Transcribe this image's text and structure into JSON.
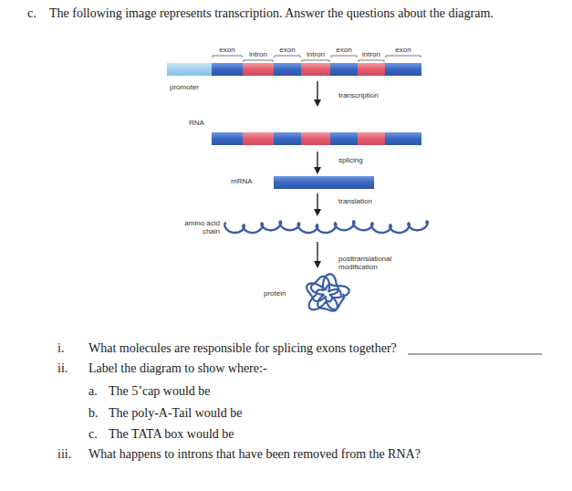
{
  "diagram": {
    "title": "The following image represents transcription. Answer the questions about the diagram.",
    "labels": [
      "c.",
      "exon",
      "intron",
      "exon",
      "intron",
      "exon",
      "intron",
      "exon",
      "promoter",
      "transcription",
      "RNA",
      "splicing",
      "mRNA",
      "translation",
      "amino acid chain",
      "posttranslational modification",
      "protein",
      "i.",
      "What molecules are responsible for splicing exons together?",
      "ii.",
      "Label the diagram to show where:-",
      "a.",
      "The 5’cap would be",
      "b.",
      "The poly-A-Tail would be",
      "c.",
      "The TATA box would be",
      "iii.",
      "What happens to introns that have been removed from the RNA?"
    ]
  }
}
